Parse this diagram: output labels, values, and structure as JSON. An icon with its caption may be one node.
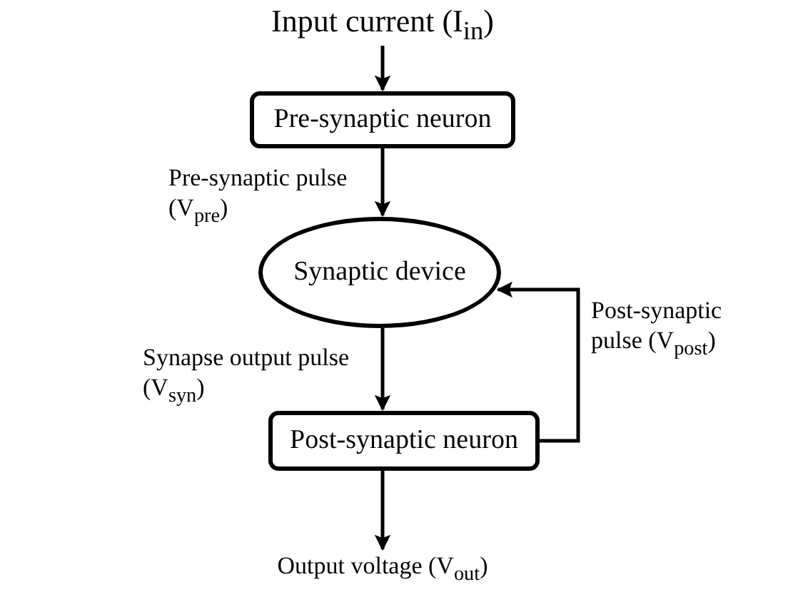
{
  "diagram": {
    "nodes": [
      {
        "text": [
          "Input current (I$_{in}$)"
        ]
      },
      {
        "text": [
          "Pre-synaptic neuron"
        ]
      },
      {
        "text": [
          "Synaptic device"
        ]
      },
      {
        "text": [
          "Post-synaptic neuron"
        ]
      },
      {
        "text": [
          "Output voltage (V$_{out}$)"
        ]
      }
    ],
    "edges": [
      {
        "from": 0,
        "to": 1,
        "arrow": "to"
      },
      {
        "from": 1,
        "to": 2,
        "arrow": "to",
        "label": "Pre-synaptic pulse (V$_{pre}$)"
      },
      {
        "from": 2,
        "to": 3,
        "arrow": "to",
        "label": "Synapse output pulse (V$_{syn}$)"
      },
      {
        "from": 3,
        "to": 2,
        "arrow": "to",
        "label": "Post-synaptic pulse (V$_{post}$)"
      },
      {
        "from": 3,
        "to": 4,
        "arrow": "to"
      }
    ]
  }
}
